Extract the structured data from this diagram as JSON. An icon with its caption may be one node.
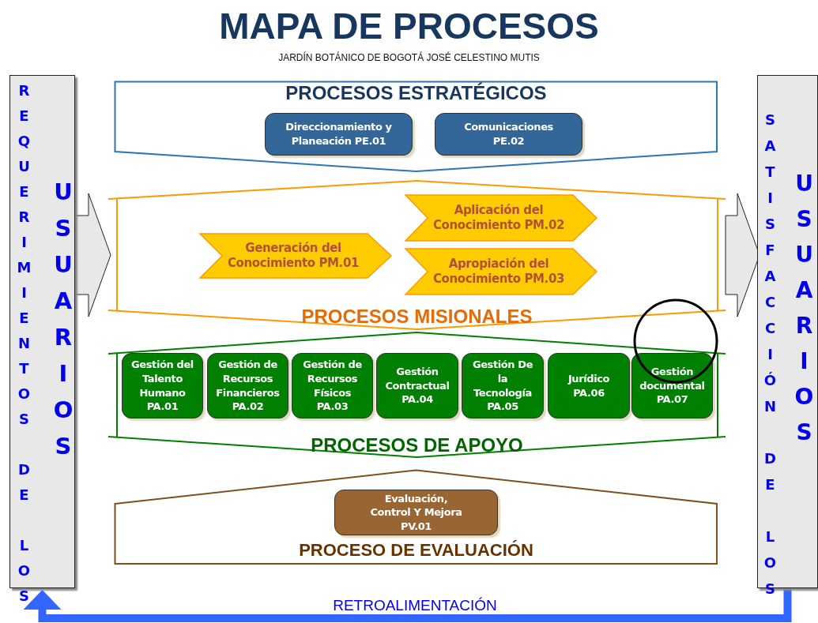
{
  "diagram": {
    "title": "MAPA DE PROCESOS",
    "nodes": [
      {
        "text": [
          "REQUERIMIENTOS DE LOS",
          "USUARIOS"
        ]
      },
      {
        "text": [
          "SATISFACCIÓN DE LOS",
          "USUARIOS"
        ]
      },
      {
        "text": [
          "PROCESOS ESTRATÉGICOS"
        ]
      },
      {
        "text": [
          "Direccionamiento y Planeación PE.01"
        ],
        "in": 2
      },
      {
        "text": [
          "Comunicaciones PE.02"
        ],
        "in": 2
      },
      {
        "text": [
          "PROCESOS MISIONALES"
        ]
      },
      {
        "text": [
          "Generación del Conocimiento PM.01"
        ],
        "in": 5
      },
      {
        "text": [
          "Aplicación del Conocimiento PM.02"
        ],
        "in": 5
      },
      {
        "text": [
          "Apropiación del Conocimiento PM.03"
        ],
        "in": 5
      },
      {
        "text": [
          "PROCESOS DE APOYO"
        ]
      },
      {
        "text": [
          "Gestión del Talento Humano PA.01"
        ],
        "in": 9
      },
      {
        "text": [
          "Gestión de Recursos Financieros PA.02"
        ],
        "in": 9
      },
      {
        "text": [
          "Gestión de Recursos Físicos PA.03"
        ],
        "in": 9
      },
      {
        "text": [
          "Gestión Contractual PA.04"
        ],
        "in": 9
      },
      {
        "text": [
          "Gestión De la Tecnología PA.05"
        ],
        "in": 9
      },
      {
        "text": [
          "Jurídico PA.06"
        ],
        "in": 9
      },
      {
        "text": [
          "Gestión documental PA.07"
        ],
        "in": 9
      },
      {
        "text": [
          "PROCESO DE EVALUACIÓN"
        ]
      },
      {
        "text": [
          "Evaluación, Control Y Mejora PV.01"
        ],
        "in": 17
      }
    ],
    "edges": [
      {
        "from": 0,
        "to": 5,
        "arrow": "to"
      },
      {
        "from": 5,
        "to": 1,
        "arrow": "to"
      },
      {
        "from": 1,
        "to": 0,
        "arrow": "to",
        "label": "RETROALIMENTACIÓN",
        "color": "#3366ff"
      }
    ],
    "labels": [
      "JARDÍN BOTÁNICO DE BOGOTÁ JOSÉ CELESTINO MUTIS"
    ]
  }
}
